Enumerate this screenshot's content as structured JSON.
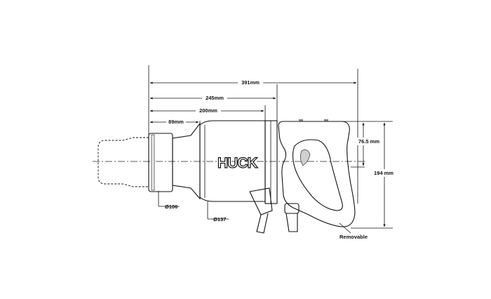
{
  "drawing": {
    "brand": "HUCK",
    "dimensions": {
      "overall_length": "391mm",
      "body_length": "245mm",
      "mid_length": "200mm",
      "nose_length": "89mm",
      "handle_offset": "76.5 mm",
      "overall_height": "194 mm"
    },
    "diameters": {
      "nose": "Ø106",
      "body": "Ø137"
    },
    "callout": "Removable"
  }
}
